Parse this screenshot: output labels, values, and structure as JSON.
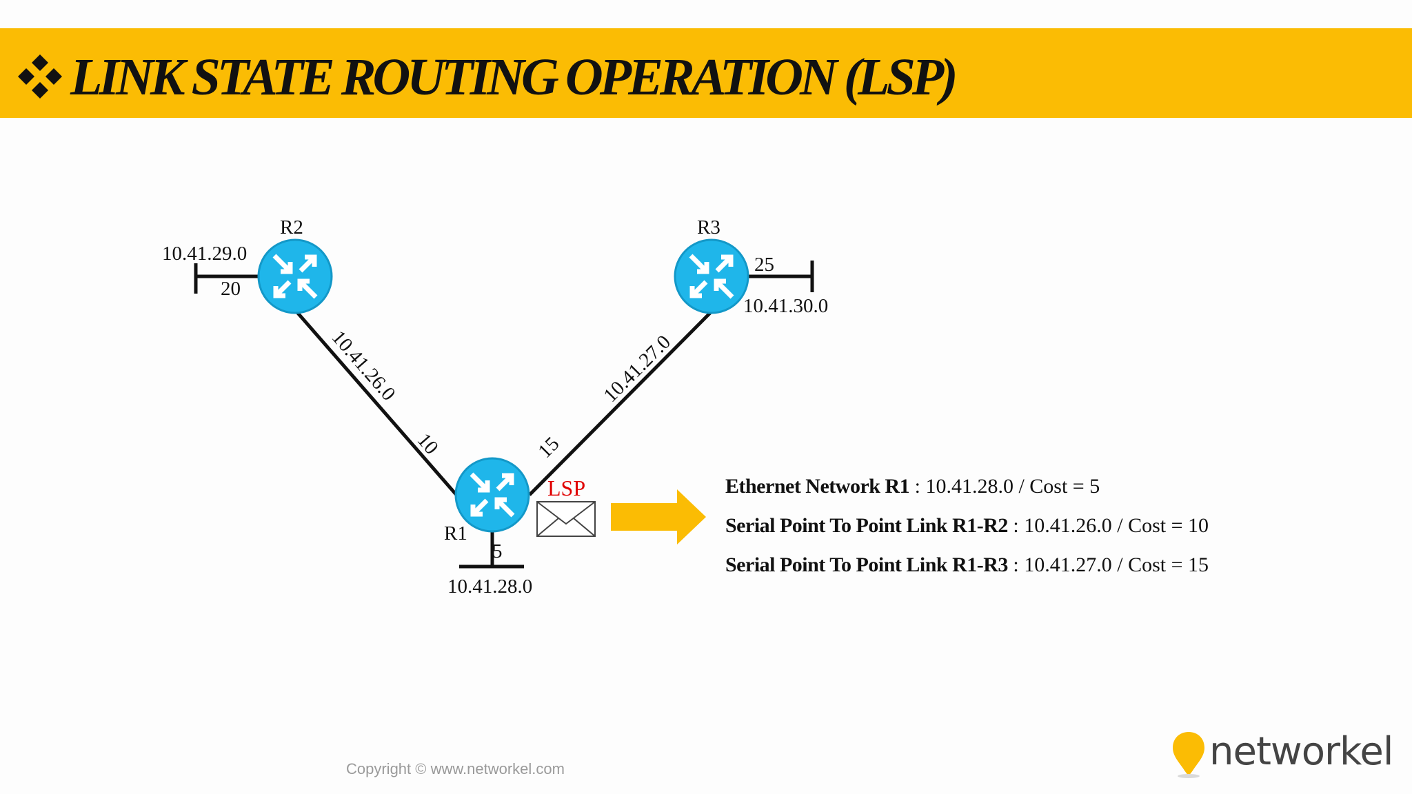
{
  "title": "LINK STATE ROUTING OPERATION (LSP)",
  "routers": [
    {
      "name": "R2"
    },
    {
      "name": "R3"
    },
    {
      "name": "R1"
    }
  ],
  "networks": {
    "r2_lan": "10.41.29.0",
    "r3_lan": "10.41.30.0",
    "r1_lan": "10.41.28.0",
    "r1_r2": "10.41.26.0",
    "r1_r3": "10.41.27.0"
  },
  "costs": {
    "r2_lan": "20",
    "r3_lan": "25",
    "r1_lan": "5",
    "r1_r2": "10",
    "r1_r3": "15"
  },
  "lsp_label": "LSP",
  "lsp_entries": [
    {
      "key": "Ethernet Network R1",
      "value": " : 10.41.28.0 / Cost = 5"
    },
    {
      "key": "Serial Point To Point Link R1-R2",
      "value": " : 10.41.26.0 / Cost = 10"
    },
    {
      "key": "Serial Point To Point Link R1-R3",
      "value": " : 10.41.27.0 / Cost = 15"
    }
  ],
  "copyright": "Copyright © www.networkel.com",
  "brand": "networkel",
  "colors": {
    "title_bar": "#fbbc04",
    "router": "#1fb6ea",
    "arrow": "#fbbc04",
    "lsp_label": "#e00000"
  }
}
